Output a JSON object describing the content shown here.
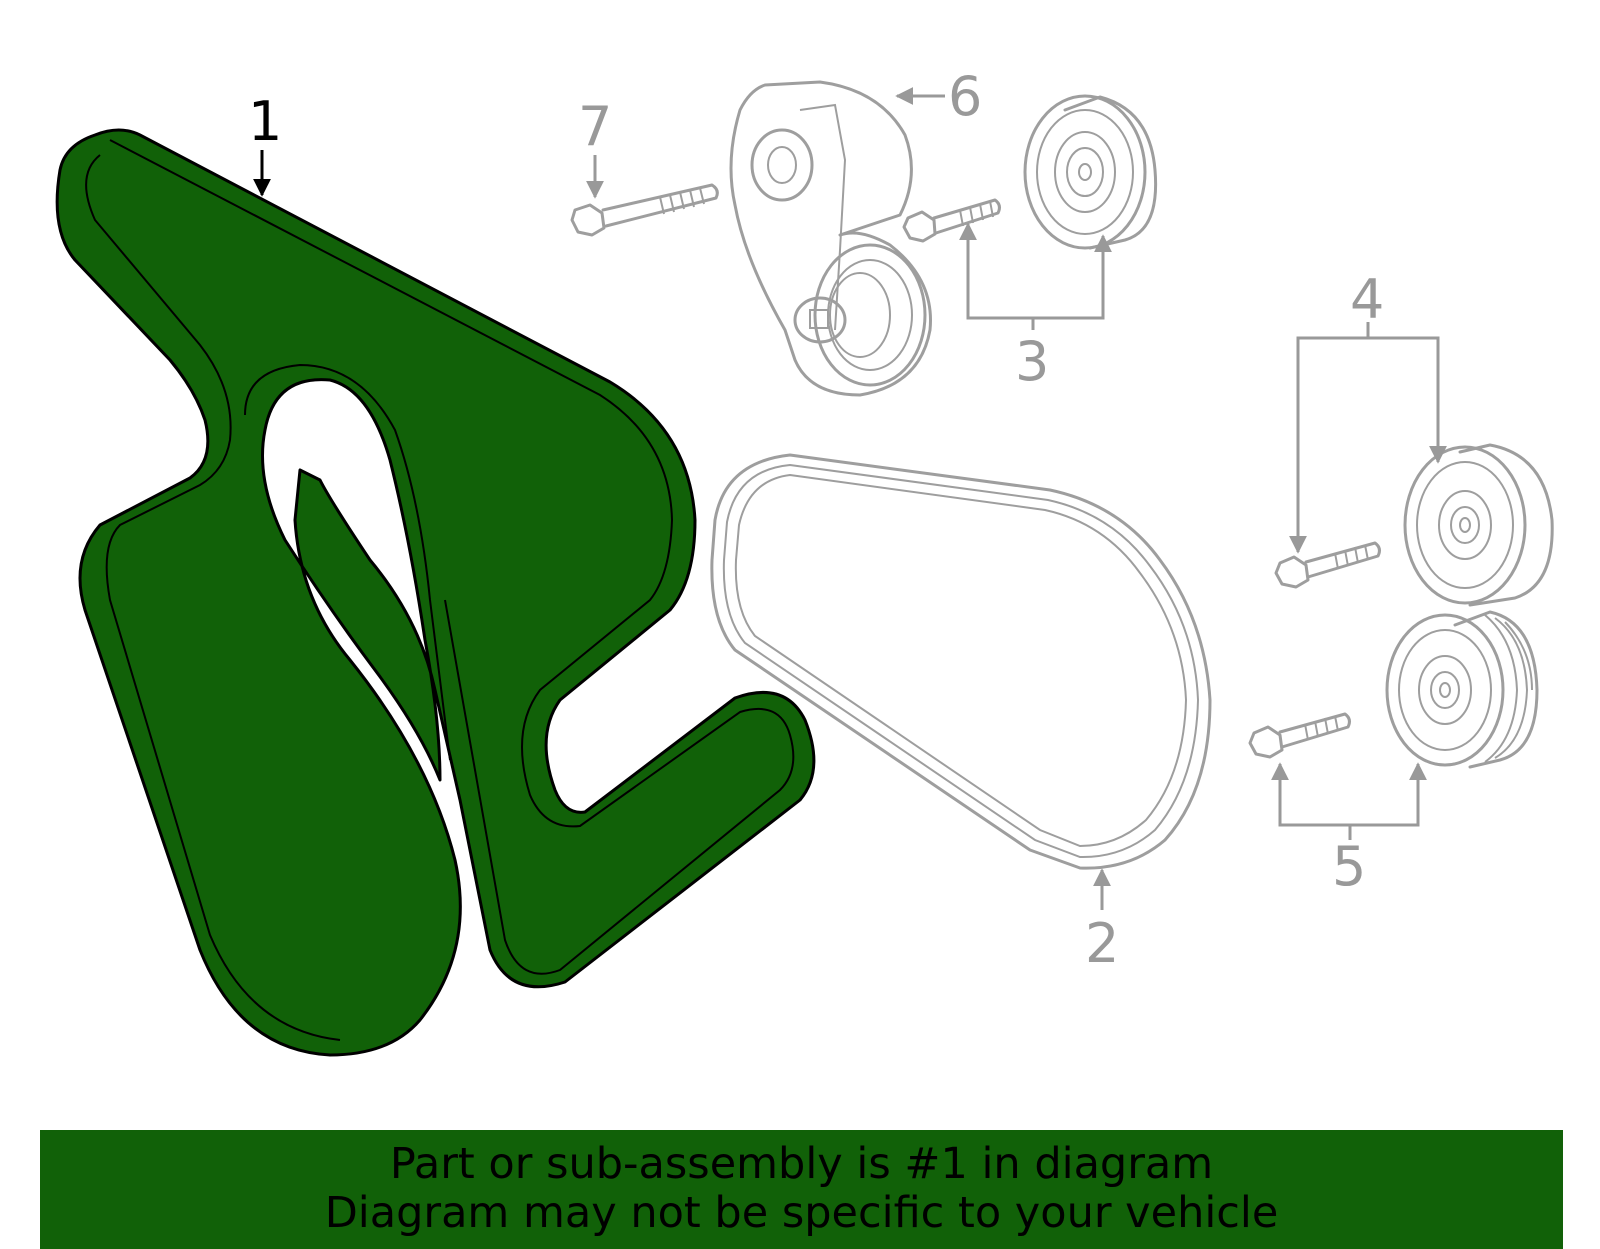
{
  "diagram": {
    "highlight_color": "#116108",
    "muted_color": "#9e9e9e",
    "callouts": [
      {
        "id": "1",
        "label": "1",
        "highlighted": true
      },
      {
        "id": "2",
        "label": "2",
        "highlighted": false
      },
      {
        "id": "3",
        "label": "3",
        "highlighted": false
      },
      {
        "id": "4",
        "label": "4",
        "highlighted": false
      },
      {
        "id": "5",
        "label": "5",
        "highlighted": false
      },
      {
        "id": "6",
        "label": "6",
        "highlighted": false
      },
      {
        "id": "7",
        "label": "7",
        "highlighted": false
      }
    ]
  },
  "banner": {
    "line1": "Part or sub-assembly is #1 in diagram",
    "line2": "Diagram may not be specific to your vehicle",
    "background": "#116108"
  }
}
